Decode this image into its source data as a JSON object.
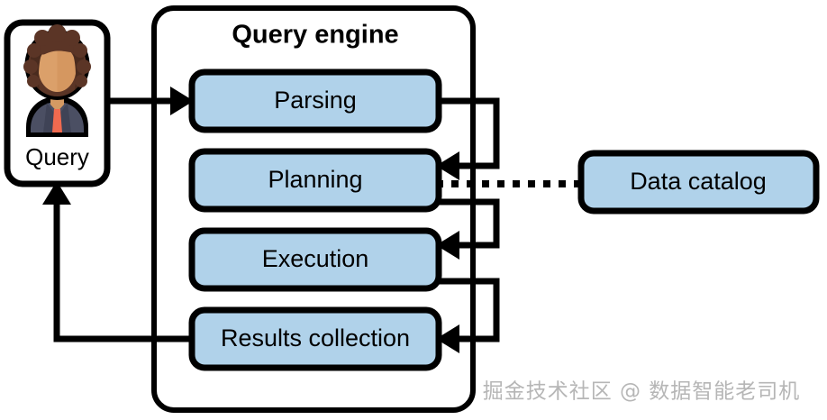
{
  "diagram": {
    "title": "Query engine",
    "source_node": {
      "label": "Query",
      "icon": "person-avatar-icon"
    },
    "stages": [
      {
        "id": "parsing",
        "label": "Parsing"
      },
      {
        "id": "planning",
        "label": "Planning"
      },
      {
        "id": "execution",
        "label": "Execution"
      },
      {
        "id": "results",
        "label": "Results collection"
      }
    ],
    "external": {
      "label": "Data catalog"
    },
    "colors": {
      "stage_fill": "#b0d2ea",
      "stroke": "#000000",
      "panel_fill": "#ffffff",
      "watermark": "#b6b6b6",
      "avatar_hair": "#5b3526",
      "avatar_skin": "#dba06a",
      "avatar_suit": "#4b4f63",
      "avatar_tie": "#f06a4f"
    },
    "edges": [
      {
        "from": "Query",
        "to": "Parsing",
        "style": "solid-arrow"
      },
      {
        "from": "Parsing",
        "to": "Planning",
        "style": "solid-arrow"
      },
      {
        "from": "Planning",
        "to": "Execution",
        "style": "solid-arrow"
      },
      {
        "from": "Execution",
        "to": "Results collection",
        "style": "solid-arrow"
      },
      {
        "from": "Results collection",
        "to": "Query",
        "style": "solid-arrow"
      },
      {
        "from": "Data catalog",
        "to": "Planning",
        "style": "dotted"
      }
    ]
  },
  "watermark": {
    "text": "掘金技术社区 @ 数据智能老司机"
  }
}
